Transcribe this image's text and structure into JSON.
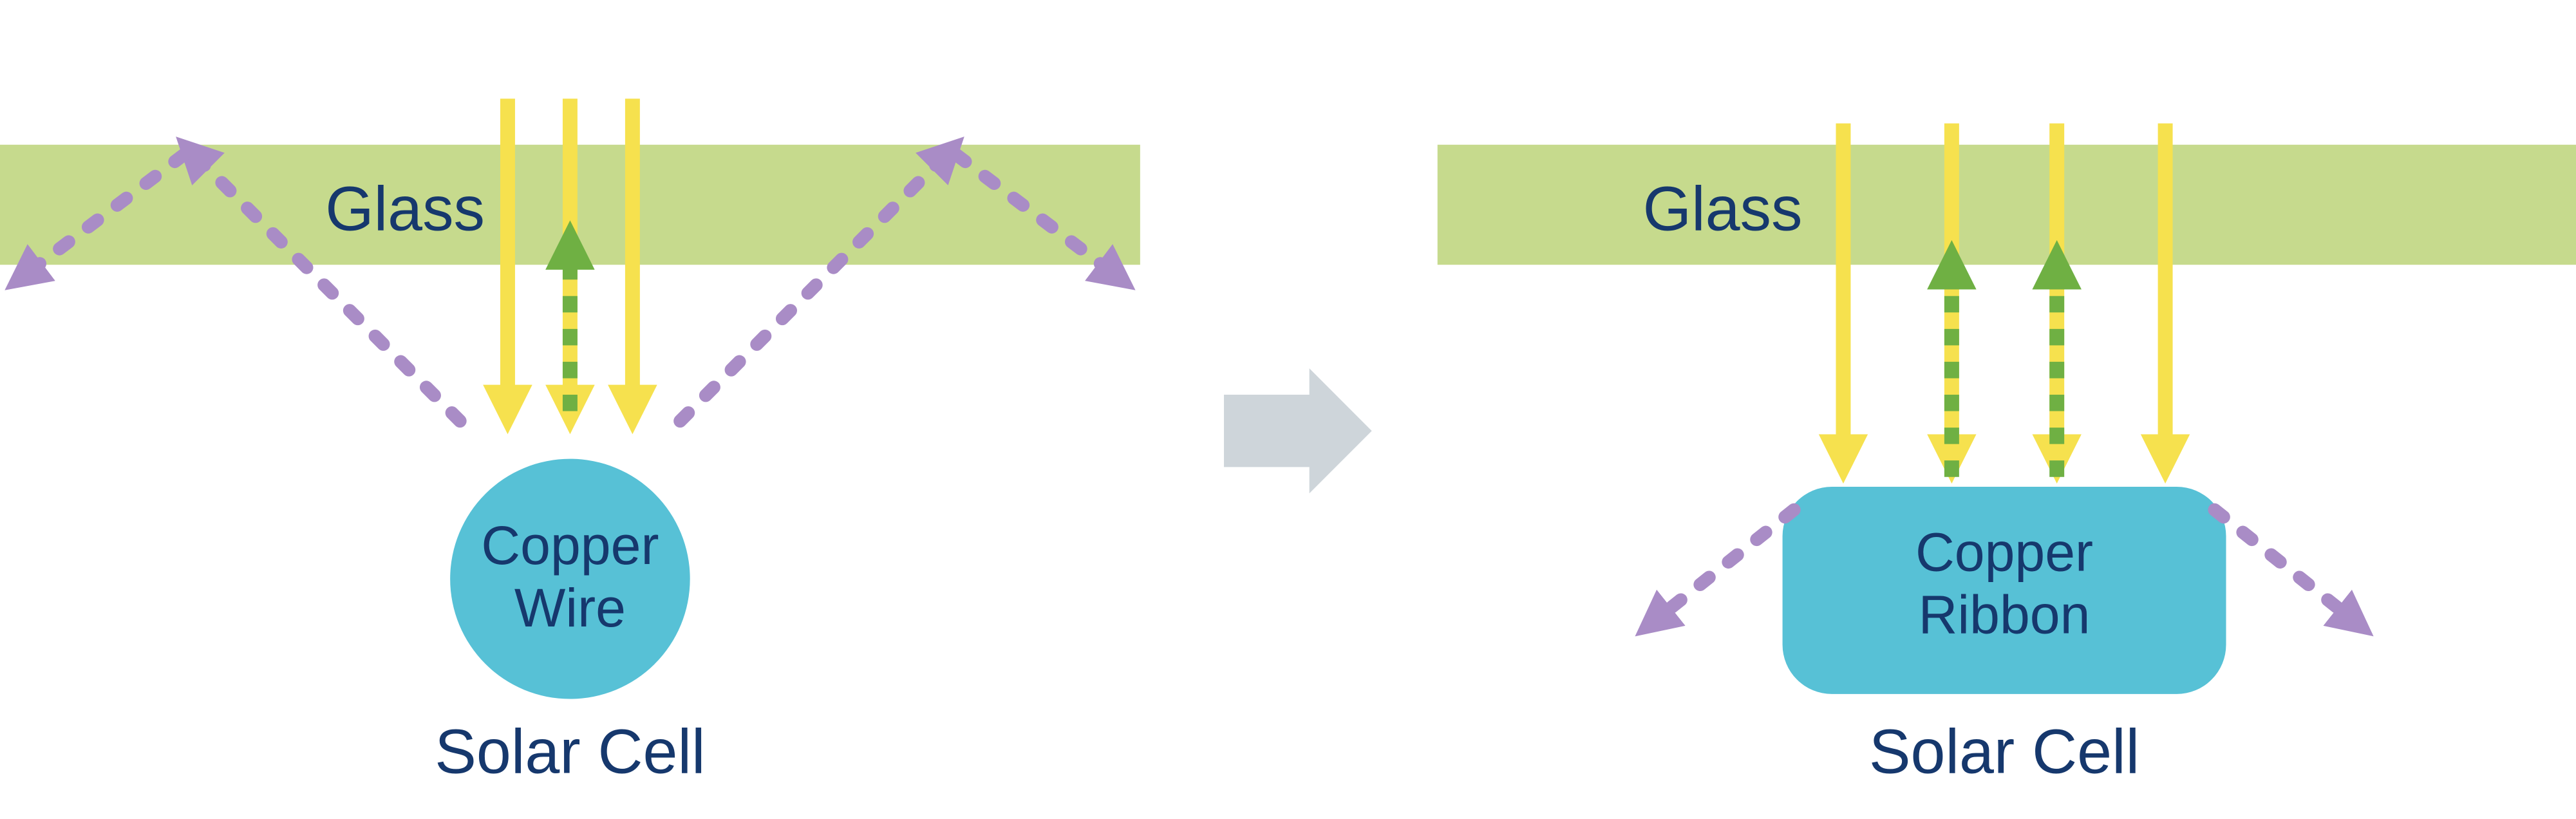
{
  "colors": {
    "glass_green": "#c6da8d",
    "label_navy": "#16386d",
    "sunlight_yellow": "#f6e14e",
    "reflected_green": "#6fb043",
    "scattered_purple": "#a98cc6",
    "copper_blue": "#57c1d6",
    "transition_gray": "#ced5da"
  },
  "left_panel": {
    "glass_label": "Glass",
    "component_label": {
      "line1": "Copper",
      "line2": "Wire"
    },
    "cell_label": "Solar Cell"
  },
  "right_panel": {
    "glass_label": "Glass",
    "component_label": {
      "line1": "Copper",
      "line2": "Ribbon"
    },
    "cell_label": "Solar Cell"
  }
}
